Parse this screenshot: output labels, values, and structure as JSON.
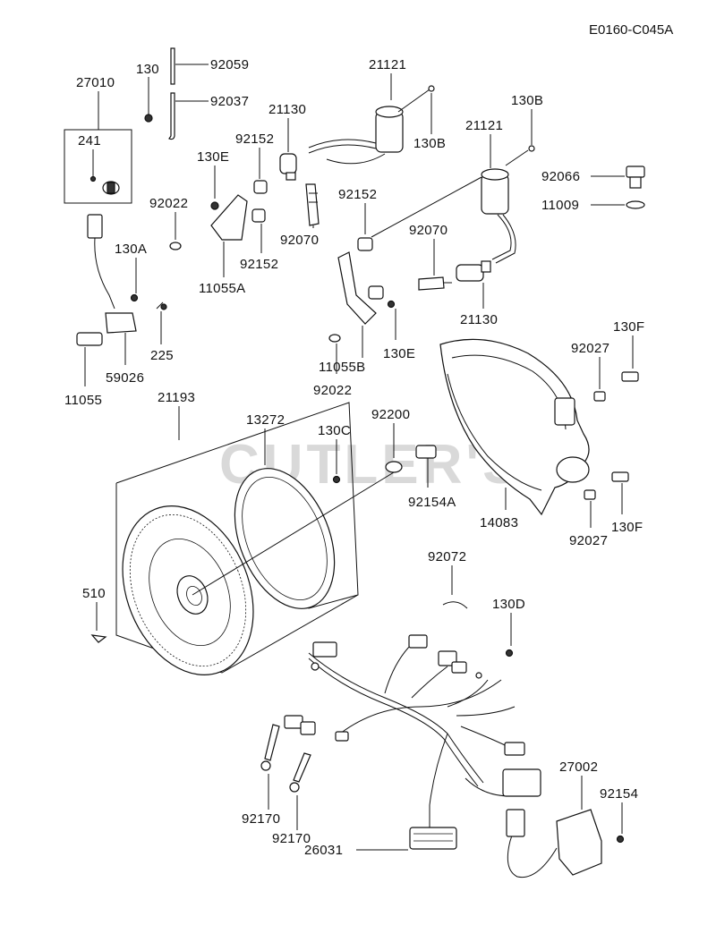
{
  "drawing_code": "E0160-C045A",
  "watermark": "CUTLER'S",
  "labels": {
    "p27010": "27010",
    "p241": "241",
    "p130": "130",
    "p92059": "92059",
    "p92037": "92037",
    "p21121a": "21121",
    "p21130a": "21130",
    "p130B_a": "130B",
    "p92152a": "92152",
    "p130E_a": "130E",
    "p92022a": "92022",
    "p92070a": "92070",
    "p92152b": "92152",
    "p11055A": "11055A",
    "p130A": "130A",
    "p225": "225",
    "p59026": "59026",
    "p11055": "11055",
    "p130B_b": "130B",
    "p21121b": "21121",
    "p92066": "92066",
    "p11009": "11009",
    "p92152c": "92152",
    "p92070b": "92070",
    "p21130b": "21130",
    "p130E_b": "130E",
    "p11055B": "11055B",
    "p92022b": "92022",
    "p130F_a": "130F",
    "p92027a": "92027",
    "p21193": "21193",
    "p13272": "13272",
    "p130C": "130C",
    "p92200": "92200",
    "p92154A": "92154A",
    "p14083": "14083",
    "p92027b": "92027",
    "p130F_b": "130F",
    "p510": "510",
    "p92072": "92072",
    "p130D": "130D",
    "p27002": "27002",
    "p92154": "92154",
    "p92170a": "92170",
    "p92170b": "92170",
    "p26031": "26031"
  }
}
